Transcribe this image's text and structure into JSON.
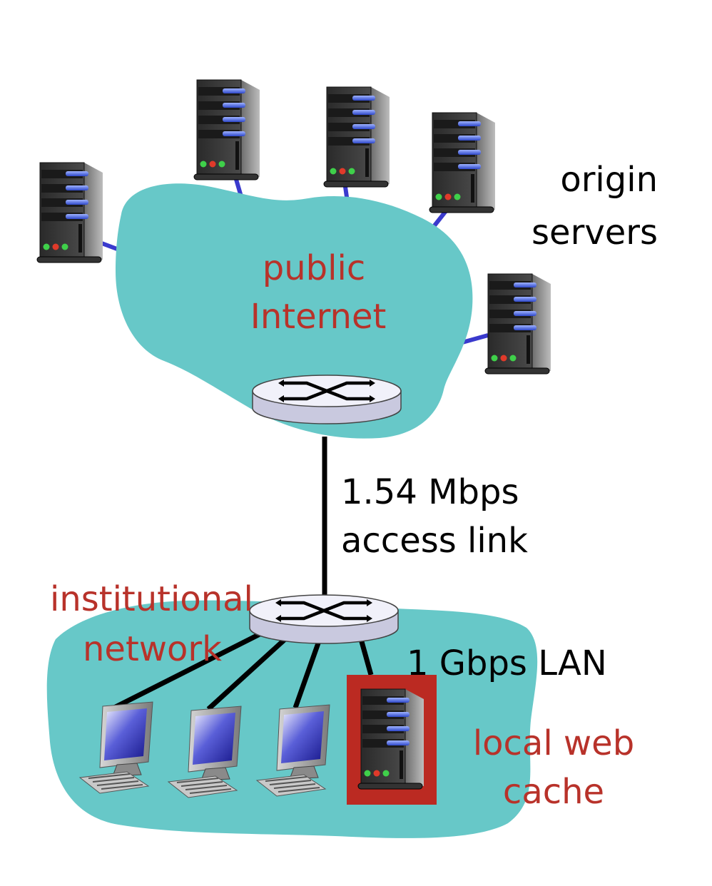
{
  "labels": {
    "origin_line1": "origin",
    "origin_line2": "servers",
    "public_line1": "public",
    "public_line2": "Internet",
    "link_line1": "1.54 Mbps",
    "link_line2": "access link",
    "inst_line1": "institutional",
    "inst_line2": "network",
    "lan": "1 Gbps LAN",
    "cache_line1": "local web",
    "cache_line2": "cache"
  },
  "colors": {
    "cloud": "#67c8c8",
    "link_blue": "#3a3acd",
    "label_red": "#b8322a",
    "cache_box": "#bb2a22",
    "router_top": "#f1f1fa",
    "router_side": "#c9c9df"
  },
  "icons": {
    "server": "server-icon",
    "router": "router-icon",
    "workstation": "workstation-icon"
  }
}
